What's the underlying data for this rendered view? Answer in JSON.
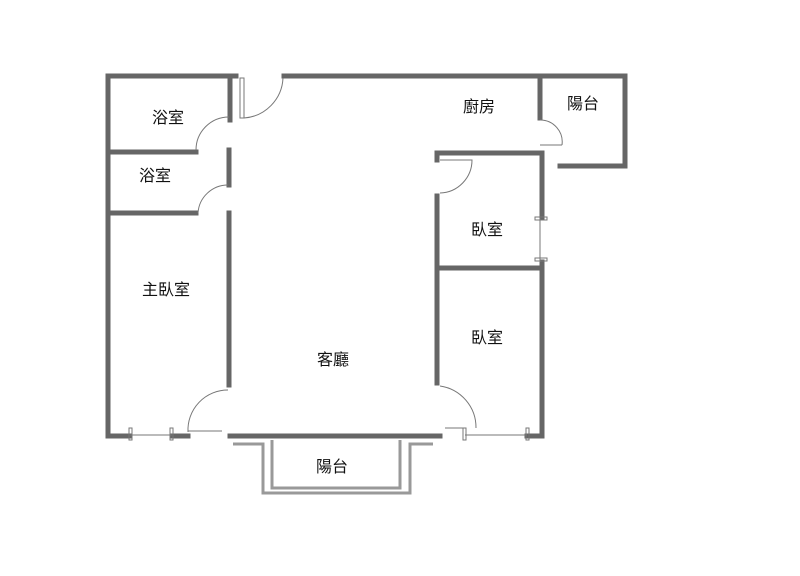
{
  "rooms": {
    "bath1": "浴室",
    "bath2": "浴室",
    "master_bedroom": "主臥室",
    "living_room": "客廳",
    "kitchen": "廚房",
    "balcony_top": "陽台",
    "bedroom1": "臥室",
    "bedroom2": "臥室",
    "balcony_bottom": "陽台"
  }
}
